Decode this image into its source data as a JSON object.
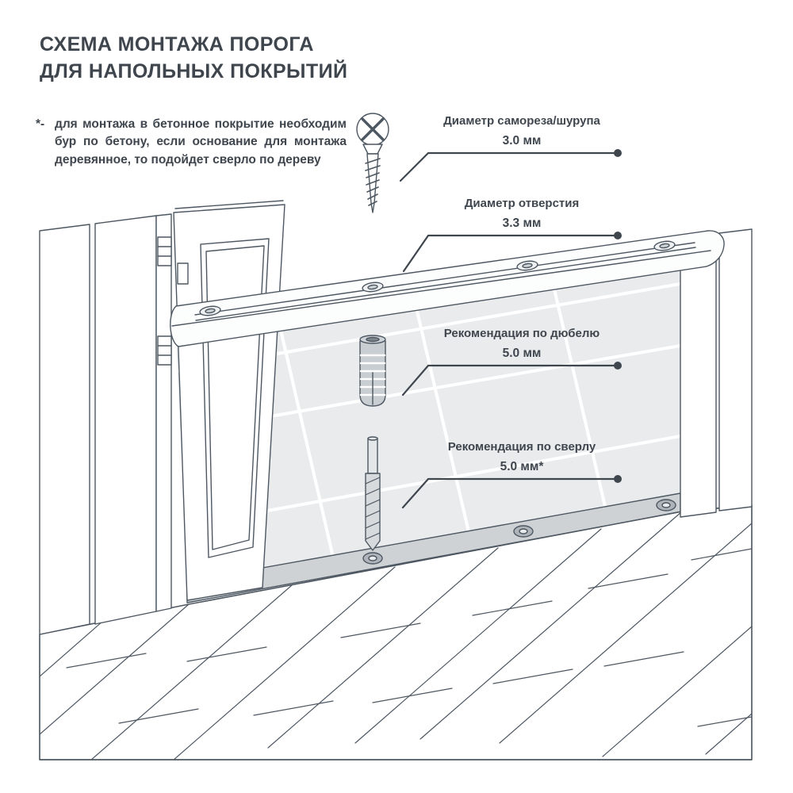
{
  "title": {
    "line1": "СХЕМА МОНТАЖА ПОРОГА",
    "line2": "ДЛЯ НАПОЛЬНЫХ ПОКРЫТИЙ"
  },
  "note": {
    "marker": "*-",
    "text": "для монтажа в бетонное покрытие необходим бур по бетону, если основание для монтажа деревянное, то подойдет сверло по дереву"
  },
  "callouts": [
    {
      "id": "screw-diameter",
      "label": "Диаметр самореза/шурупа",
      "value": "3.0 мм"
    },
    {
      "id": "hole-diameter",
      "label": "Диаметр отверстия",
      "value": "3.3 мм"
    },
    {
      "id": "dowel-recommendation",
      "label": "Рекомендация по дюбелю",
      "value": "5.0 мм"
    },
    {
      "id": "drill-recommendation",
      "label": "Рекомендация по сверлу",
      "value": "5.0 мм*"
    }
  ],
  "illustration": {
    "parts": [
      "screw-icon",
      "dowel-icon",
      "drill-bit-icon",
      "threshold-profile",
      "door",
      "door-frame-left",
      "wall-right",
      "tile-floor",
      "installed-threshold-strip",
      "plank-floor"
    ]
  },
  "colors": {
    "line": "#4d5761",
    "text": "#3f464e",
    "tile_floor_fill": "#e9ebed",
    "strip_fill": "#ced2d5",
    "dot": "#3f464e"
  }
}
